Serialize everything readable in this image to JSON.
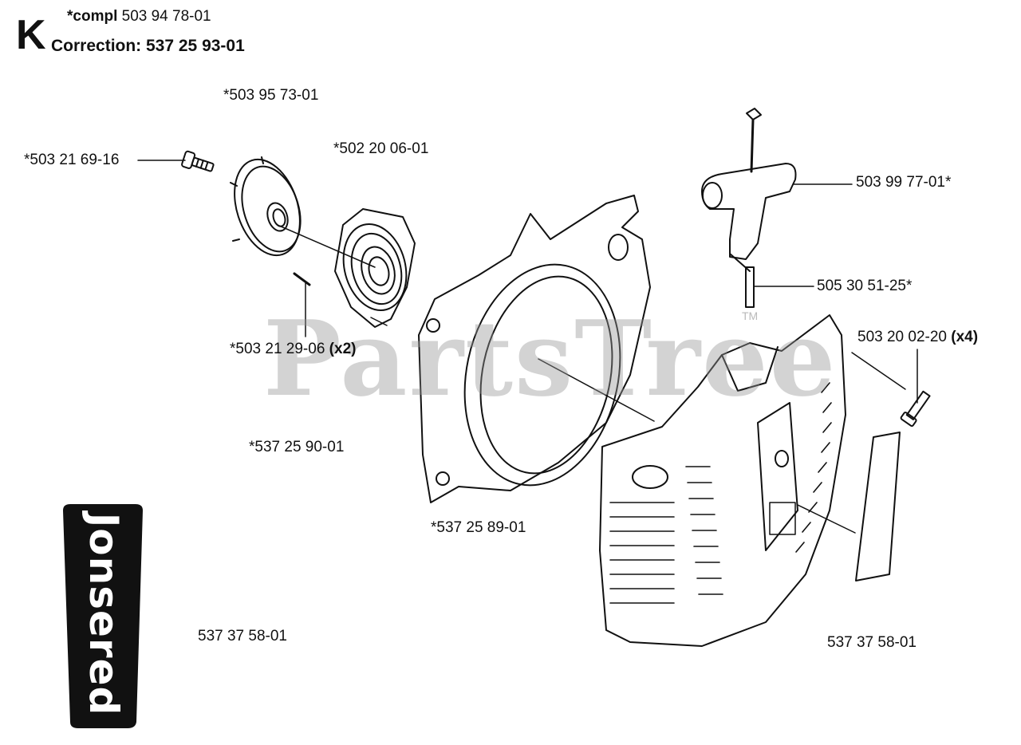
{
  "header": {
    "section_letter": "K",
    "compl_prefix": "*compl",
    "compl_number": "503 94 78-01",
    "correction_label": "Correction: 537 25 93-01"
  },
  "watermark": {
    "text": "PartsTree",
    "trademark": "TM"
  },
  "brand": {
    "logo_text": "Jonsered"
  },
  "parts": [
    {
      "id": "p1",
      "number": "*503 95 73-01"
    },
    {
      "id": "p2",
      "number": "*502 20 06-01"
    },
    {
      "id": "p3",
      "number": "*503 21 69-16"
    },
    {
      "id": "p4",
      "number": "*503 21 29-06",
      "qty": "(x2)"
    },
    {
      "id": "p5",
      "number": "*537 25 90-01"
    },
    {
      "id": "p6",
      "number": "*537 25 89-01"
    },
    {
      "id": "p7",
      "number": "537 37 58-01"
    },
    {
      "id": "p8",
      "number": "537 37 58-01"
    },
    {
      "id": "p9",
      "number": "503 99 77-01*"
    },
    {
      "id": "p10",
      "number": "505 30 51-25*"
    },
    {
      "id": "p11",
      "number": "503 20 02-20",
      "qty": "(x4)"
    }
  ]
}
